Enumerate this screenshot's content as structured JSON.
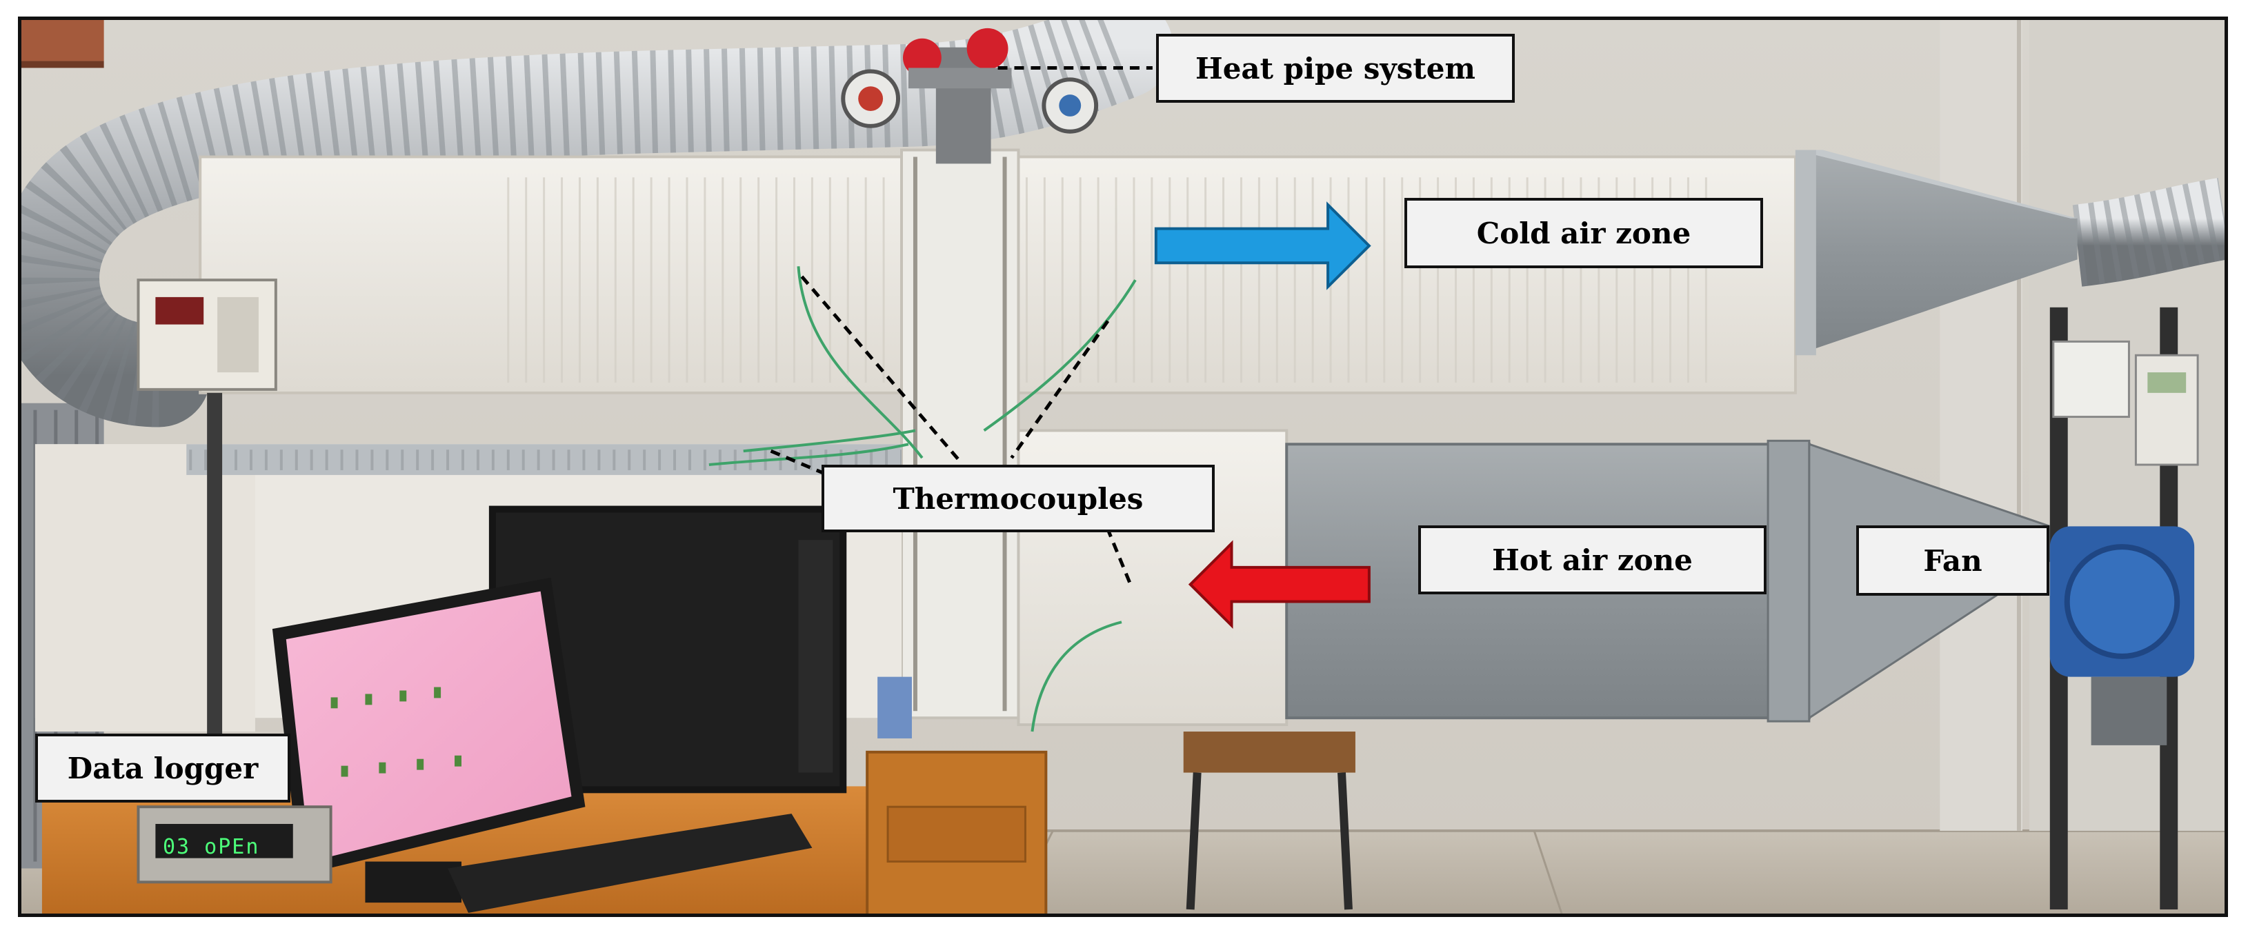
{
  "labels": {
    "heat_pipe_system": "Heat pipe system",
    "cold_air_zone": "Cold air zone",
    "thermocouples": "Thermocouples",
    "hot_air_zone": "Hot air zone",
    "fan": "Fan",
    "data_logger": "Data logger"
  },
  "logger_display": "03 oPEn",
  "colors": {
    "cold_arrow": "#1e9be0",
    "hot_arrow": "#e8141c",
    "label_fill": "#f2f2f2",
    "border": "#111111"
  }
}
